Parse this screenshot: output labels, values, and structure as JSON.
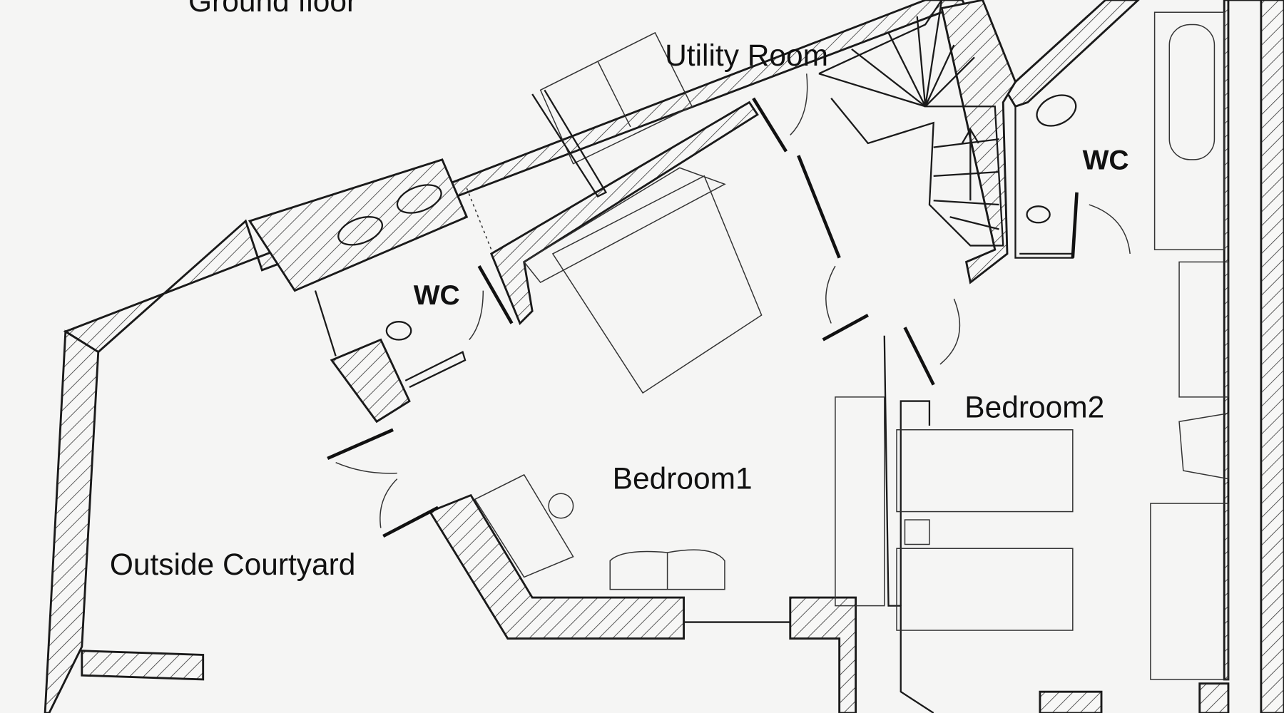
{
  "title": "Ground floor",
  "rooms": {
    "utility": "Utility Room",
    "wc_left": "WC",
    "wc_right": "WC",
    "bedroom1": "Bedroom1",
    "bedroom2": "Bedroom2",
    "courtyard": "Outside Courtyard"
  }
}
